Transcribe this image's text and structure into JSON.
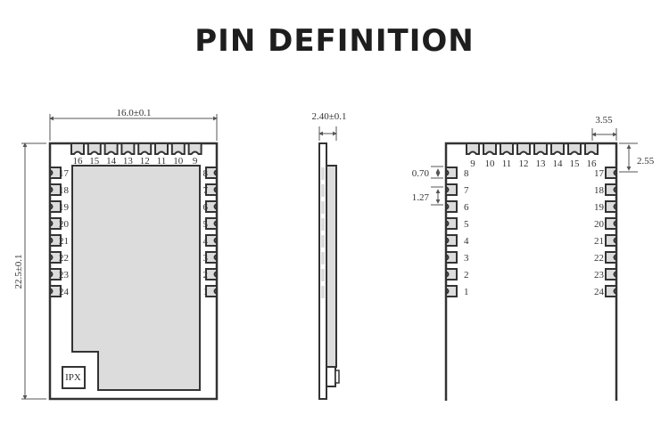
{
  "title": "PIN DEFINITION",
  "top_view": {
    "width_dim": "16.0±0.1",
    "height_dim": "22.5±0.1",
    "top_pins": [
      "16",
      "15",
      "14",
      "13",
      "12",
      "11",
      "10",
      "9"
    ],
    "left_pins": [
      "17",
      "18",
      "19",
      "20",
      "21",
      "22",
      "23",
      "24"
    ],
    "right_pins": [
      "8",
      "7",
      "6",
      "5",
      "4",
      "3",
      "2",
      "1"
    ],
    "antenna_label": "IPX"
  },
  "side_view": {
    "thickness_dim": "2.40±0.1"
  },
  "bottom_view": {
    "dim_top_right_width": "3.55",
    "dim_top_right_height": "2.55",
    "dim_pad_width": "0.70",
    "dim_pitch": "1.27",
    "top_pins": [
      "9",
      "10",
      "11",
      "12",
      "13",
      "14",
      "15",
      "16"
    ],
    "left_pins": [
      "8",
      "7",
      "6",
      "5",
      "4",
      "3",
      "2",
      "1"
    ],
    "right_pins": [
      "17",
      "18",
      "19",
      "20",
      "21",
      "22",
      "23",
      "24"
    ]
  },
  "colors": {
    "outline": "#333333",
    "fill": "#dcdcdc",
    "dim_line": "#555555"
  }
}
